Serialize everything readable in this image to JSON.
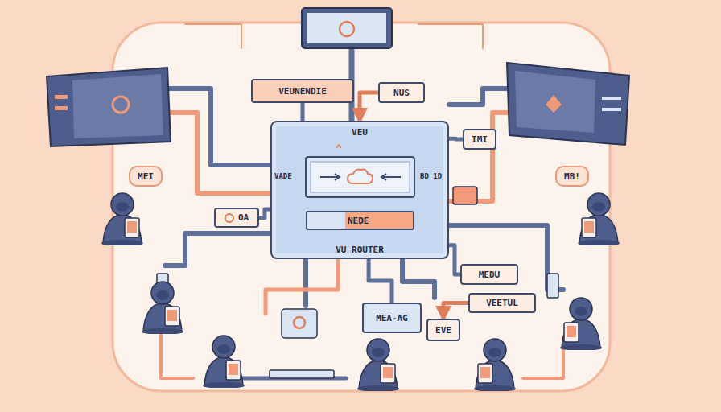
{
  "diagram": {
    "nodes": [
      {
        "text": [
          "VEUNENDIE"
        ]
      },
      {
        "text": [
          "NUS"
        ]
      },
      {
        "text": [
          "IMI"
        ]
      },
      {
        "text": [
          "VEU",
          "VU ROUTER"
        ]
      },
      {
        "text": [
          "NEDE"
        ],
        "in": 3
      },
      {
        "text": [
          "MEI"
        ]
      },
      {
        "text": [
          "MB!"
        ]
      },
      {
        "text": [
          "OA"
        ]
      },
      {
        "text": [
          "MEDU"
        ]
      },
      {
        "text": [
          "VEETUL"
        ]
      },
      {
        "text": [
          "MEA-AG"
        ]
      },
      {
        "text": [
          "EVE"
        ]
      }
    ],
    "edges": [
      {
        "from": 0,
        "to": 3,
        "arrow": "none"
      },
      {
        "from": 1,
        "to": 3,
        "arrow": "to"
      },
      {
        "from": 2,
        "to": 3,
        "arrow": "none"
      },
      {
        "from": 7,
        "to": 3,
        "arrow": "none"
      },
      {
        "from": 3,
        "to": 10,
        "arrow": "none"
      },
      {
        "from": 8,
        "to": 3,
        "arrow": "none"
      },
      {
        "from": 9,
        "to": 11,
        "arrow": "to"
      }
    ],
    "labels": [
      "VADE",
      "BD 1D"
    ]
  }
}
